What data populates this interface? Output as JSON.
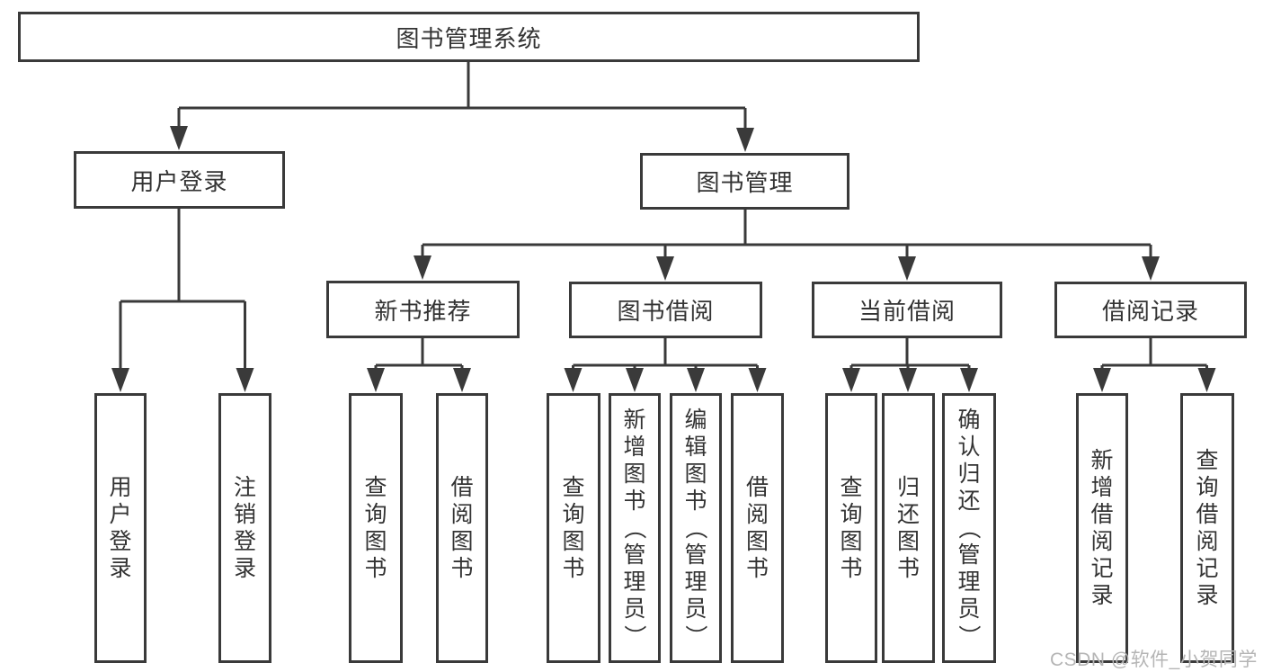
{
  "diagram_type": "hierarchy-tree",
  "colors": {
    "line": "#3a3a3a",
    "text": "#333333",
    "background": "#ffffff",
    "watermark": "#b5b5b5"
  },
  "nodes": {
    "root": {
      "label": "图书管理系统"
    },
    "level2": [
      {
        "label": "用户登录"
      },
      {
        "label": "图书管理"
      }
    ],
    "level3": [
      {
        "label": "新书推荐"
      },
      {
        "label": "图书借阅"
      },
      {
        "label": "当前借阅"
      },
      {
        "label": "借阅记录"
      }
    ],
    "leaves": {
      "user_login": [
        "用户登录",
        "注销登录"
      ],
      "new_book_recommend": [
        "查询图书",
        "借阅图书"
      ],
      "book_borrow": [
        "查询图书",
        "新增图书（管理员）",
        "编辑图书（管理员）",
        "借阅图书"
      ],
      "current_borrow": [
        "查询图书",
        "归还图书",
        "确认归还（管理员）"
      ],
      "borrow_records": [
        "新增借阅记录",
        "查询借阅记录"
      ]
    }
  },
  "watermark": "CSDN @软件_小贺同学"
}
